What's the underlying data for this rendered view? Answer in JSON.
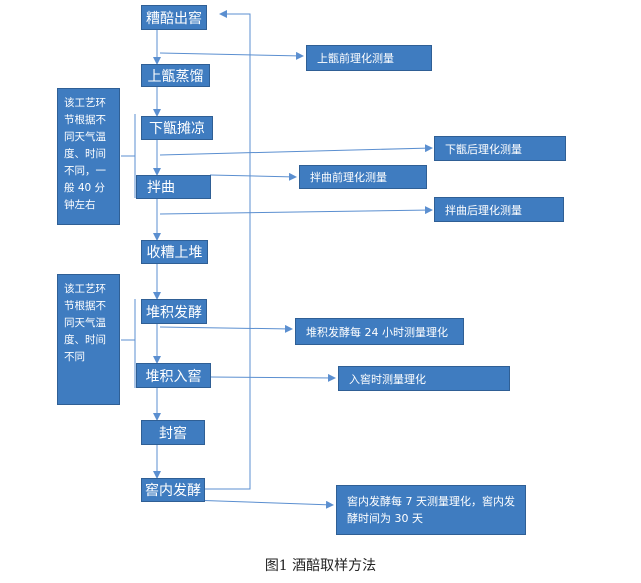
{
  "steps": [
    {
      "label": "糟醅出窖"
    },
    {
      "label": "上甑蒸馏"
    },
    {
      "label": "下甑摊凉"
    },
    {
      "label": "拌曲"
    },
    {
      "label": "收糟上堆"
    },
    {
      "label": "堆积发酵"
    },
    {
      "label": "堆积入窖"
    },
    {
      "label": "封窖"
    },
    {
      "label": "窖内发酵"
    }
  ],
  "measurements": [
    {
      "label": "上甑前理化测量"
    },
    {
      "label": "下甑后理化测量"
    },
    {
      "label": "拌曲前理化测量"
    },
    {
      "label": "拌曲后理化测量"
    },
    {
      "label": "堆积发酵每 24 小时测量理化"
    },
    {
      "label": "入窖时测量理化"
    },
    {
      "label": "窖内发酵每 7 天测量理化，窖内发酵时间为 30 天"
    }
  ],
  "notes": [
    {
      "text": "该工艺环节根据不同天气温度、时间不同，一般 40 分钟左右"
    },
    {
      "text": "该工艺环节根据不同天气温度、时间不同"
    }
  ],
  "caption": "图1 酒醅取样方法"
}
